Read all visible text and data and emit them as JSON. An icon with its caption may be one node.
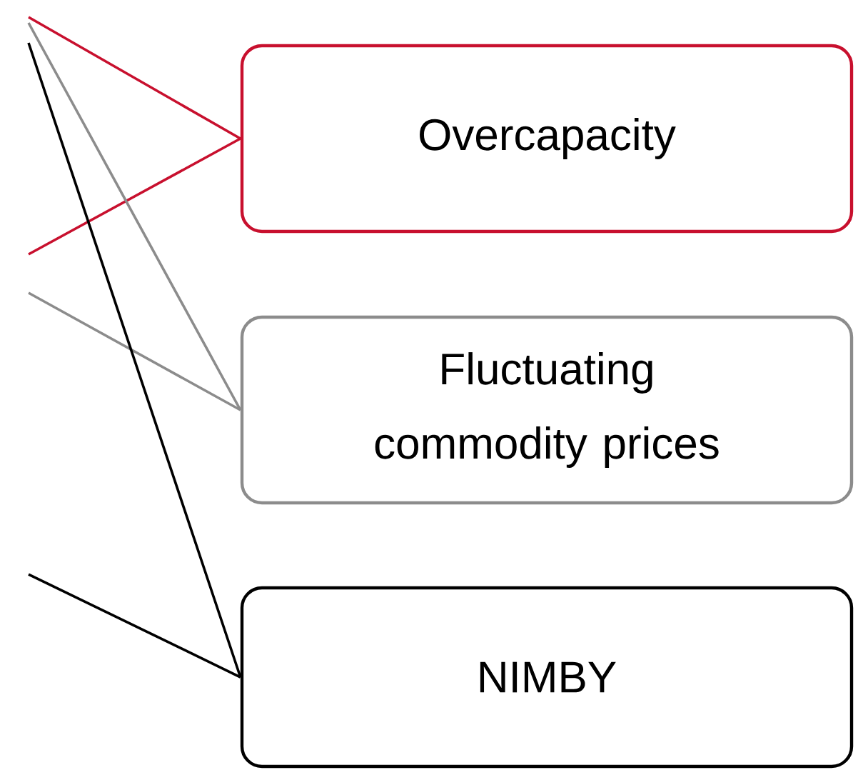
{
  "diagram": {
    "nodes": [
      {
        "text": [
          "Overcapacity"
        ]
      },
      {
        "text": [
          "Fluctuating commodity prices"
        ]
      },
      {
        "text": [
          "NIMBY"
        ]
      }
    ],
    "edges": [
      {
        "from": null,
        "to": 0,
        "arrow": "none",
        "color": "#c8102e"
      },
      {
        "from": null,
        "to": 0,
        "arrow": "none",
        "color": "#c8102e"
      },
      {
        "from": null,
        "to": 1,
        "arrow": "none",
        "color": "#8c8c8c"
      },
      {
        "from": null,
        "to": 1,
        "arrow": "none",
        "color": "#8c8c8c"
      },
      {
        "from": null,
        "to": 2,
        "arrow": "none",
        "color": "#000000"
      },
      {
        "from": null,
        "to": 2,
        "arrow": "none",
        "color": "#000000"
      }
    ]
  }
}
